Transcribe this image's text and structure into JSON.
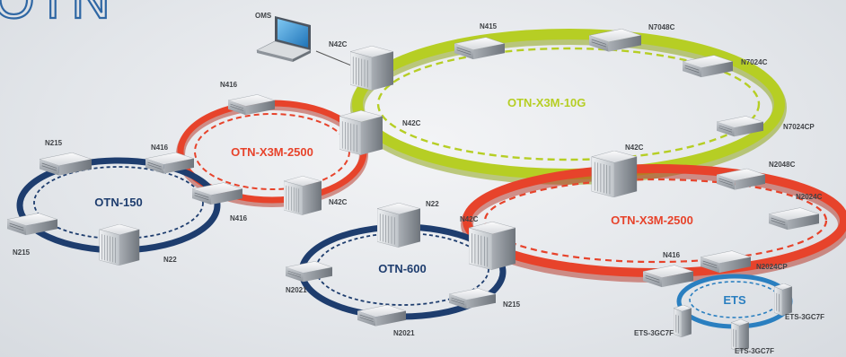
{
  "logo_text": "OTN",
  "colors": {
    "green": "#b6ce24",
    "red": "#e7432b",
    "navy": "#1e3d6e",
    "blue": "#2a7fc0"
  },
  "rings": [
    {
      "id": "ring-10g",
      "label": "OTN-X3M-10G",
      "color": "green"
    },
    {
      "id": "ring-2500a",
      "label": "OTN-X3M-2500",
      "color": "red"
    },
    {
      "id": "ring-2500b",
      "label": "OTN-X3M-2500",
      "color": "red"
    },
    {
      "id": "ring-150",
      "label": "OTN-150",
      "color": "navy"
    },
    {
      "id": "ring-600",
      "label": "OTN-600",
      "color": "navy"
    },
    {
      "id": "ring-ets",
      "label": "ETS",
      "color": "blue"
    }
  ],
  "nodes": [
    {
      "id": "oms",
      "label": "OMS",
      "kind": "laptop"
    },
    {
      "id": "n42c-top",
      "label": "N42C",
      "kind": "rack"
    },
    {
      "id": "n415-top",
      "label": "N415",
      "kind": "box"
    },
    {
      "id": "n7048c",
      "label": "N7048C",
      "kind": "box"
    },
    {
      "id": "n7024c",
      "label": "N7024C",
      "kind": "box"
    },
    {
      "id": "n7024cp",
      "label": "N7024CP",
      "kind": "box"
    },
    {
      "id": "n42c-mid",
      "label": "N42C",
      "kind": "rack"
    },
    {
      "id": "n416-left",
      "label": "N416",
      "kind": "box"
    },
    {
      "id": "n416-a",
      "label": "N416",
      "kind": "box"
    },
    {
      "id": "n416-b",
      "label": "N416",
      "kind": "box"
    },
    {
      "id": "n42c-small",
      "label": "N42C",
      "kind": "rack"
    },
    {
      "id": "n215-a",
      "label": "N215",
      "kind": "box"
    },
    {
      "id": "n215-b",
      "label": "N215",
      "kind": "box"
    },
    {
      "id": "n22-left",
      "label": "N22",
      "kind": "rack"
    },
    {
      "id": "n42c-right",
      "label": "N42C",
      "kind": "rack"
    },
    {
      "id": "n2048c",
      "label": "N2048C",
      "kind": "box"
    },
    {
      "id": "n2024c",
      "label": "N2024C",
      "kind": "box"
    },
    {
      "id": "n2024cp",
      "label": "N2024CP",
      "kind": "box"
    },
    {
      "id": "n22-600",
      "label": "N22",
      "kind": "rack"
    },
    {
      "id": "n42c-600",
      "label": "N42C",
      "kind": "rack"
    },
    {
      "id": "n2021-a",
      "label": "N2021",
      "kind": "box"
    },
    {
      "id": "n2021-b",
      "label": "N2021",
      "kind": "box"
    },
    {
      "id": "n215-600",
      "label": "N215",
      "kind": "box"
    },
    {
      "id": "n416-ets",
      "label": "N416",
      "kind": "box"
    },
    {
      "id": "ets-a",
      "label": "ETS-3GC7F",
      "kind": "tower"
    },
    {
      "id": "ets-b",
      "label": "ETS-3GC7F",
      "kind": "tower"
    },
    {
      "id": "ets-c",
      "label": "ETS-3GC7F",
      "kind": "tower"
    }
  ]
}
